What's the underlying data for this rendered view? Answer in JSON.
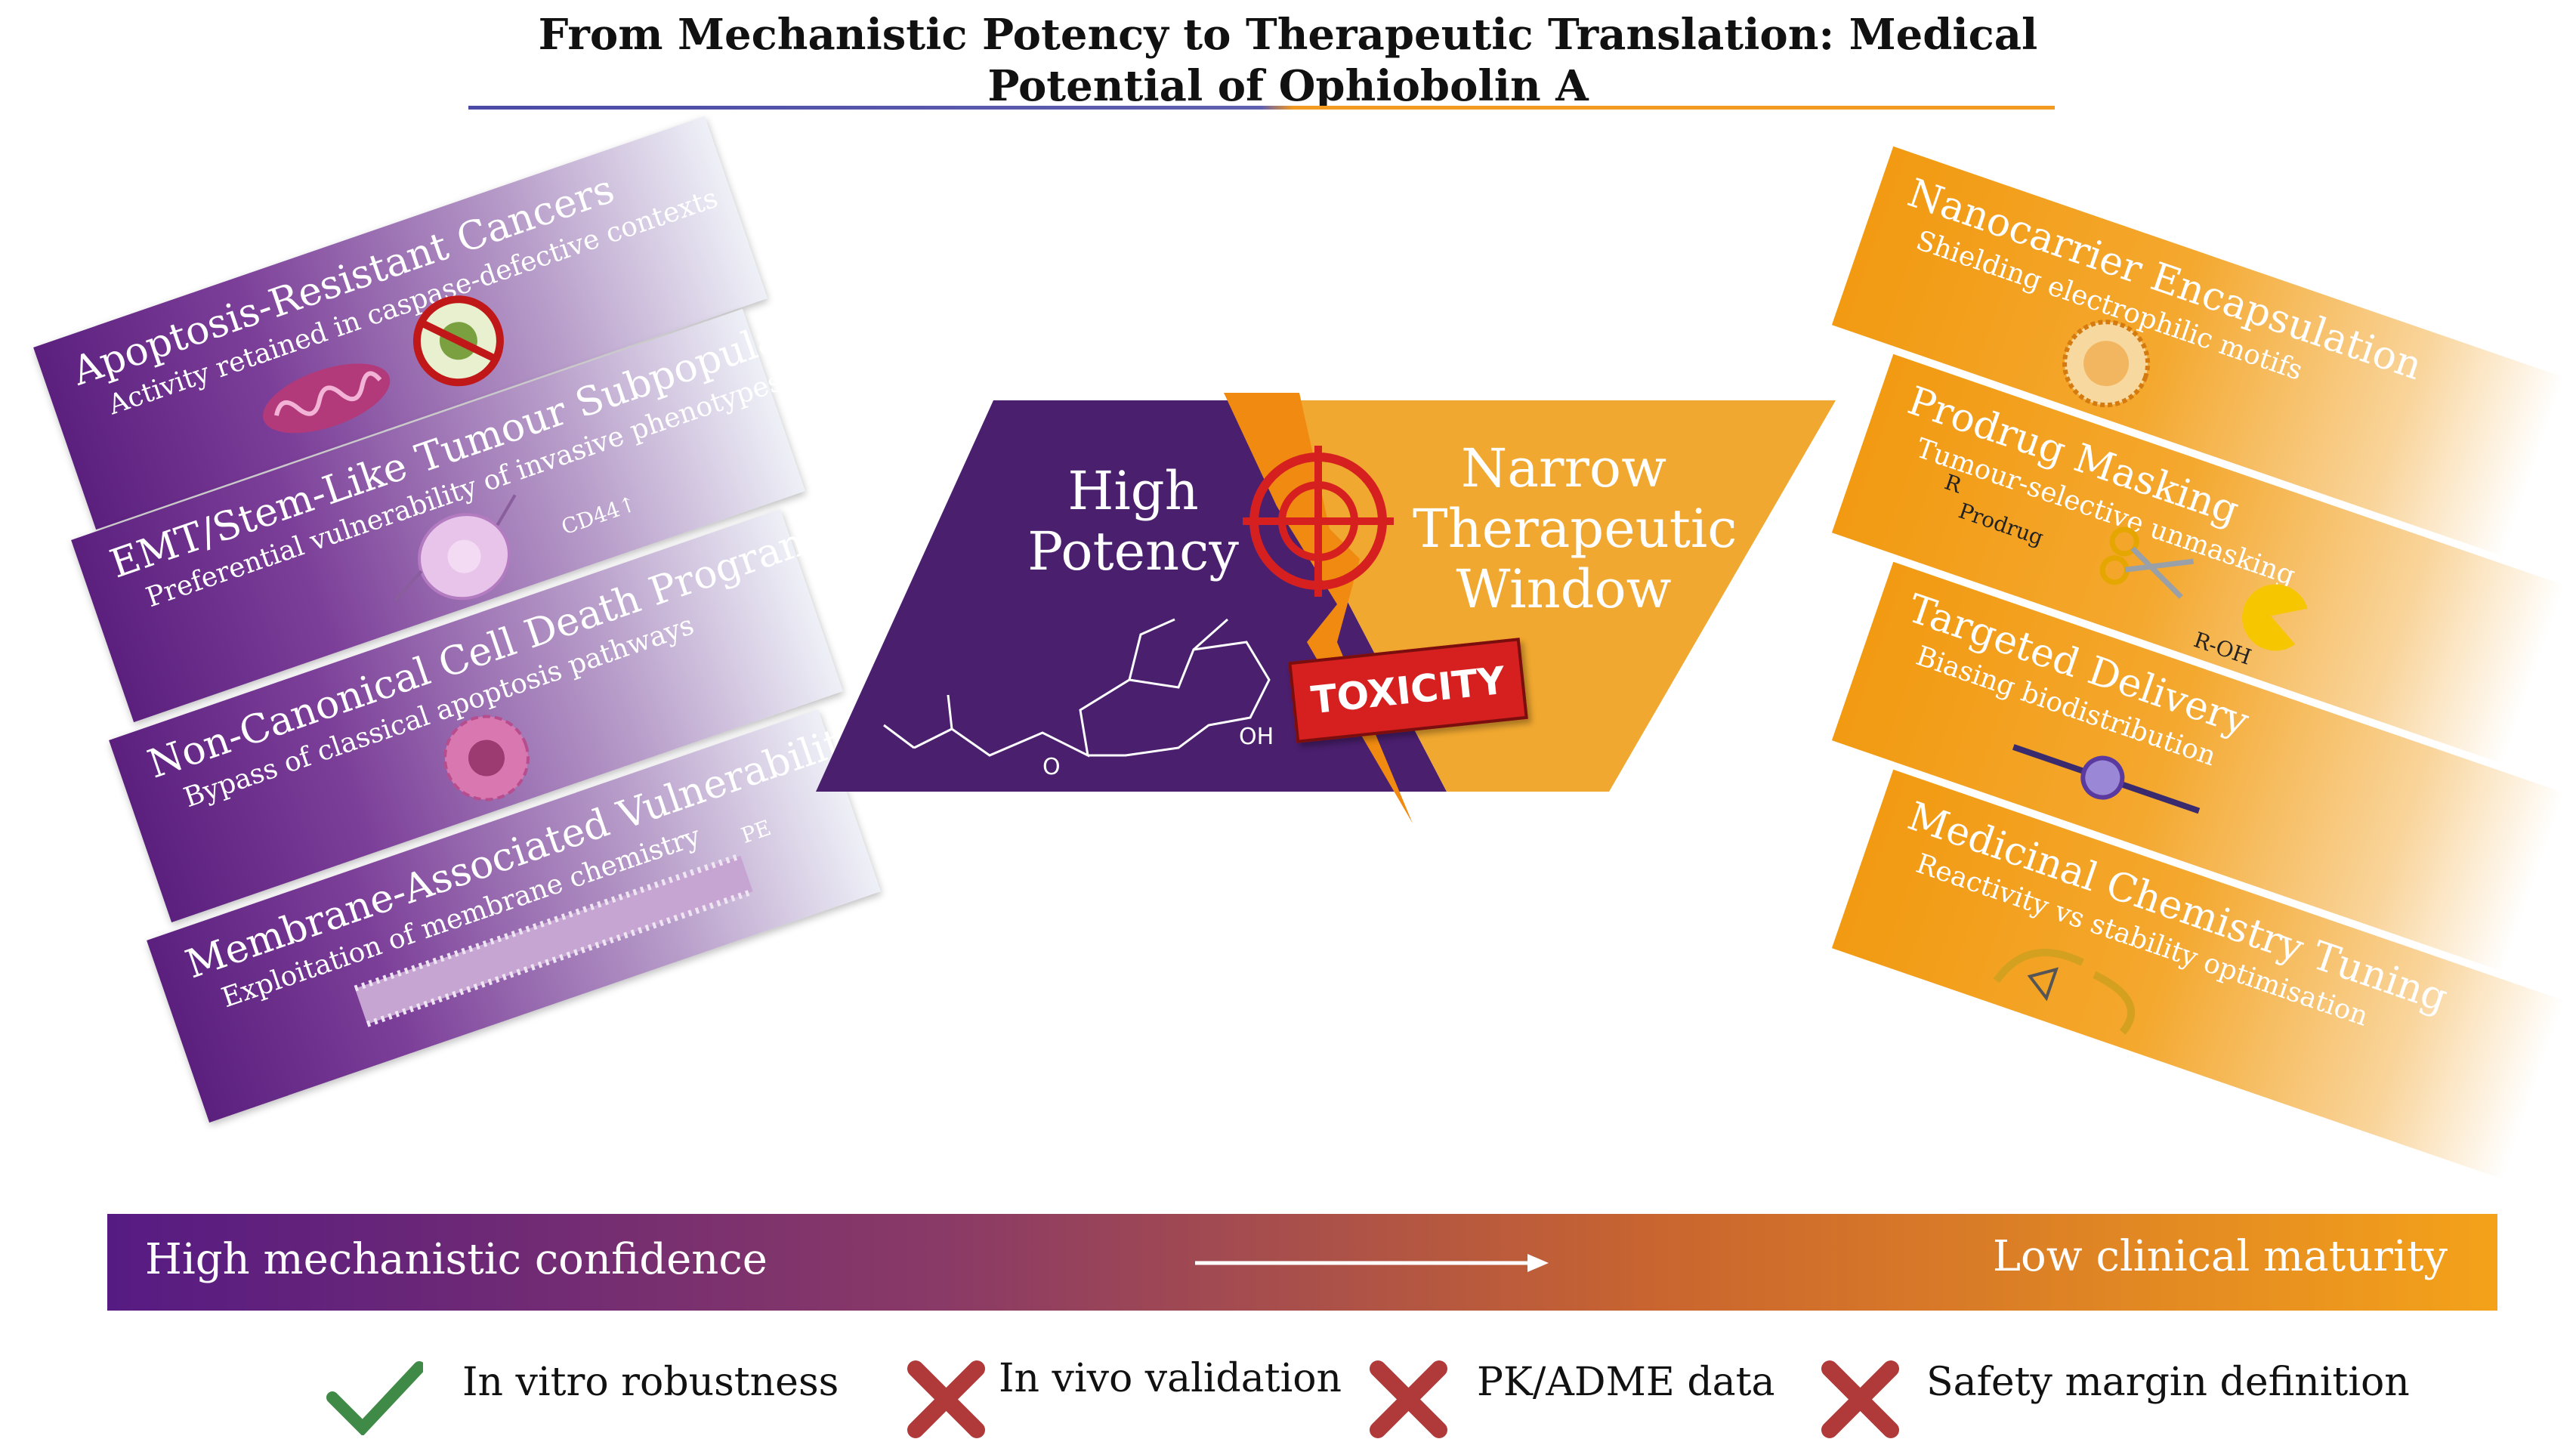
{
  "title": "From Mechanistic Potency to Therapeutic Translation: Medical Potential of Ophiobolin A",
  "left_panels": [
    {
      "title": "Apoptosis-Resistant Cancers",
      "subtitle": "Activity retained in caspase-defective contexts"
    },
    {
      "title": "EMT/Stem-Like Tumour Subpopulations",
      "subtitle": "Preferential vulnerability of invasive phenotypes",
      "tag": "CD44↑"
    },
    {
      "title": "Non-Canonical Cell Death Programs",
      "subtitle": "Bypass of classical apoptosis pathways"
    },
    {
      "title": "Membrane-Associated Vulnerabilities",
      "subtitle": "Exploitation of membrane chemistry",
      "tag": "PE"
    }
  ],
  "center": {
    "left_label_1": "High",
    "left_label_2": "Potency",
    "right_label_1": "Narrow",
    "right_label_2": "Therapeutic",
    "right_label_3": "Window",
    "toxicity": "TOXICITY",
    "mol_oh": "OH",
    "mol_o": "O",
    "colors": {
      "potency": "#4a1f6e",
      "window": "#f0a830",
      "toxicity": "#d62020",
      "bolt": "#f08a10"
    }
  },
  "right_panels": [
    {
      "title": "Nanocarrier Encapsulation",
      "subtitle": "Shielding electrophilic motifs"
    },
    {
      "title": "Prodrug Masking",
      "subtitle": "Tumour-selective unmasking",
      "tag1": "Prodrug",
      "tag2": "R-OH",
      "tag3": "R"
    },
    {
      "title": "Targeted Delivery",
      "subtitle": "Biasing biodistribution"
    },
    {
      "title": "Medicinal Chemistry Tuning",
      "subtitle": "Reactivity vs stability optimisation"
    }
  ],
  "scale": {
    "left": "High mechanistic confidence",
    "right": "Low clinical maturity"
  },
  "legend": [
    {
      "label": "In vitro robustness",
      "status": "check"
    },
    {
      "label": "In vivo validation",
      "status": "cross"
    },
    {
      "label": "PK/ADME data",
      "status": "cross"
    },
    {
      "label": "Safety margin definition",
      "status": "cross"
    }
  ]
}
